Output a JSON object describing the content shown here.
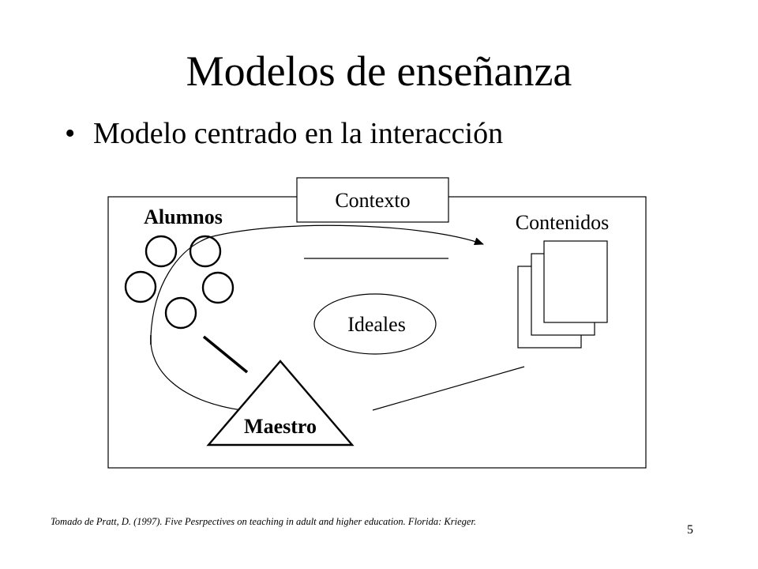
{
  "slide": {
    "title": "Modelos de enseñanza",
    "bullet_symbol": "•",
    "bullet": "Modelo centrado en la interacción"
  },
  "diagram": {
    "context_label": "Contexto",
    "learners_label": "Alumnos",
    "content_label": "Contenidos",
    "ideals_label": "Ideales",
    "teacher_label": "Maestro"
  },
  "footer": {
    "citation": "Tomado de Pratt, D. (1997).  Five Pesrpectives on teaching in adult and higher education.  Florida: Krieger.",
    "page_number": "5"
  }
}
